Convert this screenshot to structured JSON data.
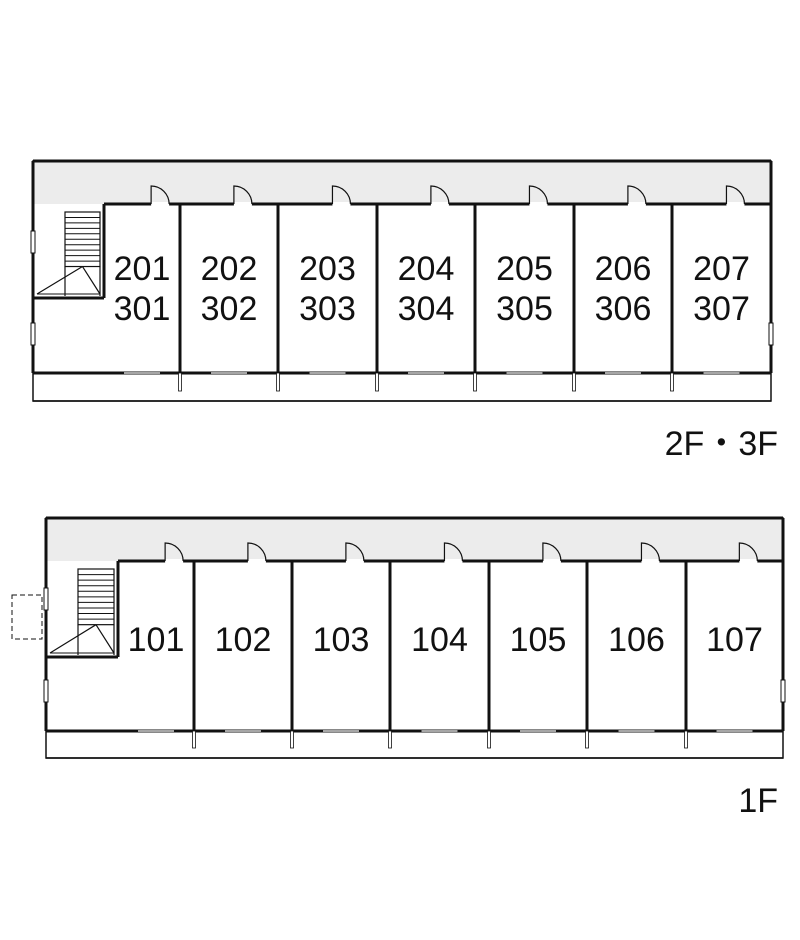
{
  "colors": {
    "wall": "#111111",
    "corridor": "#ececec",
    "background": "#ffffff"
  },
  "plans": [
    {
      "floor_label": "2F・3F",
      "rooms": [
        {
          "labels": [
            "201",
            "301"
          ]
        },
        {
          "labels": [
            "202",
            "302"
          ]
        },
        {
          "labels": [
            "203",
            "303"
          ]
        },
        {
          "labels": [
            "204",
            "304"
          ]
        },
        {
          "labels": [
            "205",
            "305"
          ]
        },
        {
          "labels": [
            "206",
            "306"
          ]
        },
        {
          "labels": [
            "207",
            "307"
          ]
        }
      ]
    },
    {
      "floor_label": "1F",
      "rooms": [
        {
          "labels": [
            "101"
          ]
        },
        {
          "labels": [
            "102"
          ]
        },
        {
          "labels": [
            "103"
          ]
        },
        {
          "labels": [
            "104"
          ]
        },
        {
          "labels": [
            "105"
          ]
        },
        {
          "labels": [
            "106"
          ]
        },
        {
          "labels": [
            "107"
          ]
        }
      ]
    }
  ]
}
